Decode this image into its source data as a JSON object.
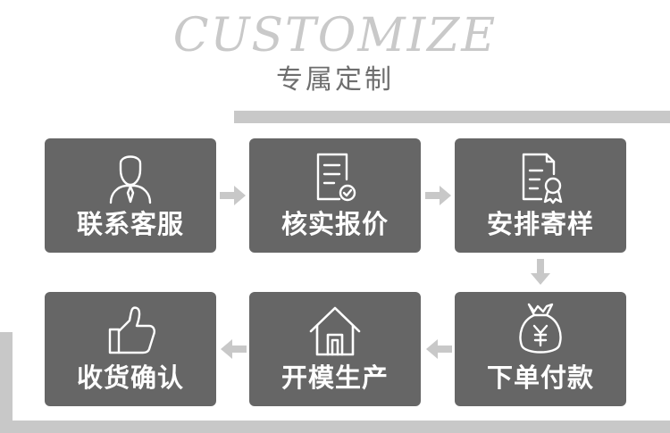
{
  "header": {
    "title_en": "CUSTOMIZE",
    "title_cn": "专属定制"
  },
  "steps": [
    {
      "label": "联系客服",
      "icon": "customer-service-icon"
    },
    {
      "label": "核实报价",
      "icon": "document-check-icon"
    },
    {
      "label": "安排寄样",
      "icon": "certificate-icon"
    },
    {
      "label": "下单付款",
      "icon": "money-bag-icon"
    },
    {
      "label": "开模生产",
      "icon": "house-icon"
    },
    {
      "label": "收货确认",
      "icon": "thumbs-up-icon"
    }
  ],
  "colors": {
    "card": "#666666",
    "frame": "#c8c8c8",
    "arrow": "#c8c8c8",
    "title_en": "#c9c9c9",
    "title_cn": "#6e6e6e"
  }
}
